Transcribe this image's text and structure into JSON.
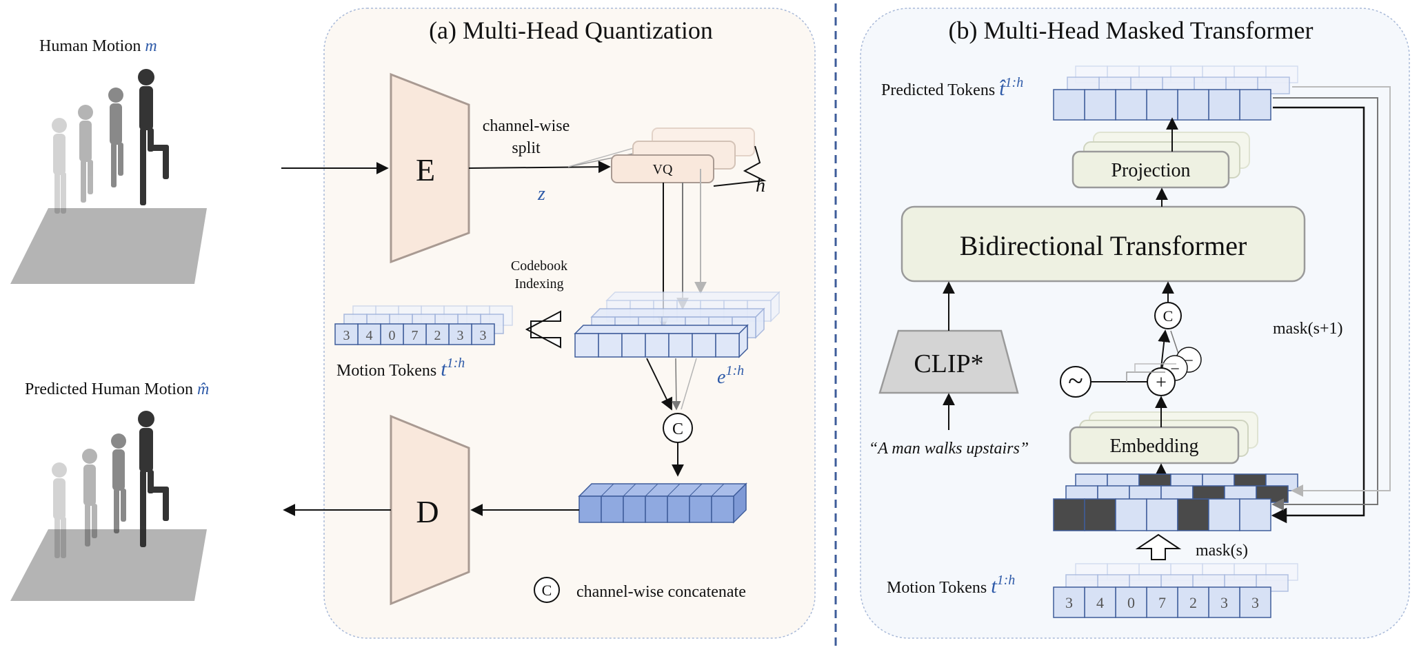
{
  "left": {
    "input_label": "Human Motion ",
    "input_symbol": "m",
    "output_label": "Predicted Human Motion ",
    "output_symbol": "m̂"
  },
  "panel_a": {
    "title": "(a) Multi-Head Quantization",
    "encoder": "E",
    "decoder": "D",
    "split_label_1": "channel-wise",
    "split_label_2": "split",
    "latent": "z",
    "vq": "VQ",
    "heads": "h",
    "codebook_1": "Codebook",
    "codebook_2": "Indexing",
    "tokens_label": "Motion Tokens ",
    "tokens_symbol": "t",
    "tokens_sup": "1:h",
    "embed_symbol": "e",
    "embed_sup": "1:h",
    "token_values": [
      "3",
      "4",
      "0",
      "7",
      "2",
      "3",
      "3"
    ],
    "concat_symbol": "C",
    "legend": "channel-wise concatenate"
  },
  "panel_b": {
    "title": "(b) Multi-Head Masked Transformer",
    "pred_label": "Predicted Tokens ",
    "pred_symbol": "t̂",
    "pred_sup": "1:h",
    "projection": "Projection",
    "transformer": "Bidirectional Transformer",
    "clip": "CLIP*",
    "text_prompt": "“A man walks upstairs”",
    "concat_symbol": "C",
    "plus": "+",
    "minus": "−",
    "noise": "~",
    "embedding": "Embedding",
    "mask_next": "mask(s+1)",
    "mask": "mask(s)",
    "tokens_label": "Motion Tokens ",
    "tokens_symbol": "t",
    "tokens_sup": "1:h",
    "token_values": [
      "3",
      "4",
      "0",
      "7",
      "2",
      "3",
      "3"
    ]
  },
  "colors": {
    "peach": "#f9e8dc",
    "peach_border": "#a99a92",
    "token_blue": "#d7e1f5",
    "token_border": "#3e5c9a",
    "embed_blue": "#dfe7f8",
    "concat_blue": "#8fa9e0",
    "masked": "#4a4a4a",
    "green_box": "#eef1e2",
    "symbol_blue": "#2e5aa8"
  }
}
